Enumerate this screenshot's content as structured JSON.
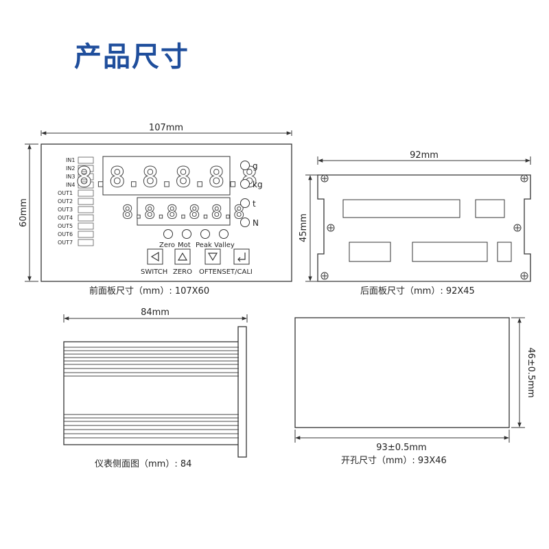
{
  "page_title": "产品尺寸",
  "front": {
    "width_label": "107mm",
    "height_label": "60mm",
    "caption": "前面板尺寸（mm）: 107X60",
    "inputs": [
      "IN1",
      "IN2",
      "IN3",
      "IN4"
    ],
    "outputs": [
      "OUT1",
      "OUT2",
      "OUT3",
      "OUT4",
      "OUT5",
      "OUT6",
      "OUT7"
    ],
    "display_main": "8.8.8.8.8.8",
    "display_sub": "8.8.8.8.8.8",
    "units": [
      "g",
      "kg",
      "t",
      "N"
    ],
    "indicators": [
      "Zero",
      "Mot",
      "Peak",
      "Valley"
    ],
    "keys": [
      {
        "label": "SWITCH",
        "icon": "left-triangle-icon"
      },
      {
        "label": "ZERO",
        "icon": "up-triangle-icon"
      },
      {
        "label": "OFTENSET/CALI",
        "icon": "down-triangle-icon"
      },
      {
        "label": "",
        "icon": "enter-return-icon"
      }
    ]
  },
  "rear": {
    "width_label": "92mm",
    "height_label": "45mm",
    "caption": "后面板尺寸（mm）: 92X45"
  },
  "side": {
    "width_label": "84mm",
    "caption": "仪表侧面图（mm）: 84"
  },
  "cutout": {
    "width_label": "93±0.5mm",
    "height_label": "46±0.5mm",
    "caption": "开孔尺寸（mm）: 93X46"
  }
}
